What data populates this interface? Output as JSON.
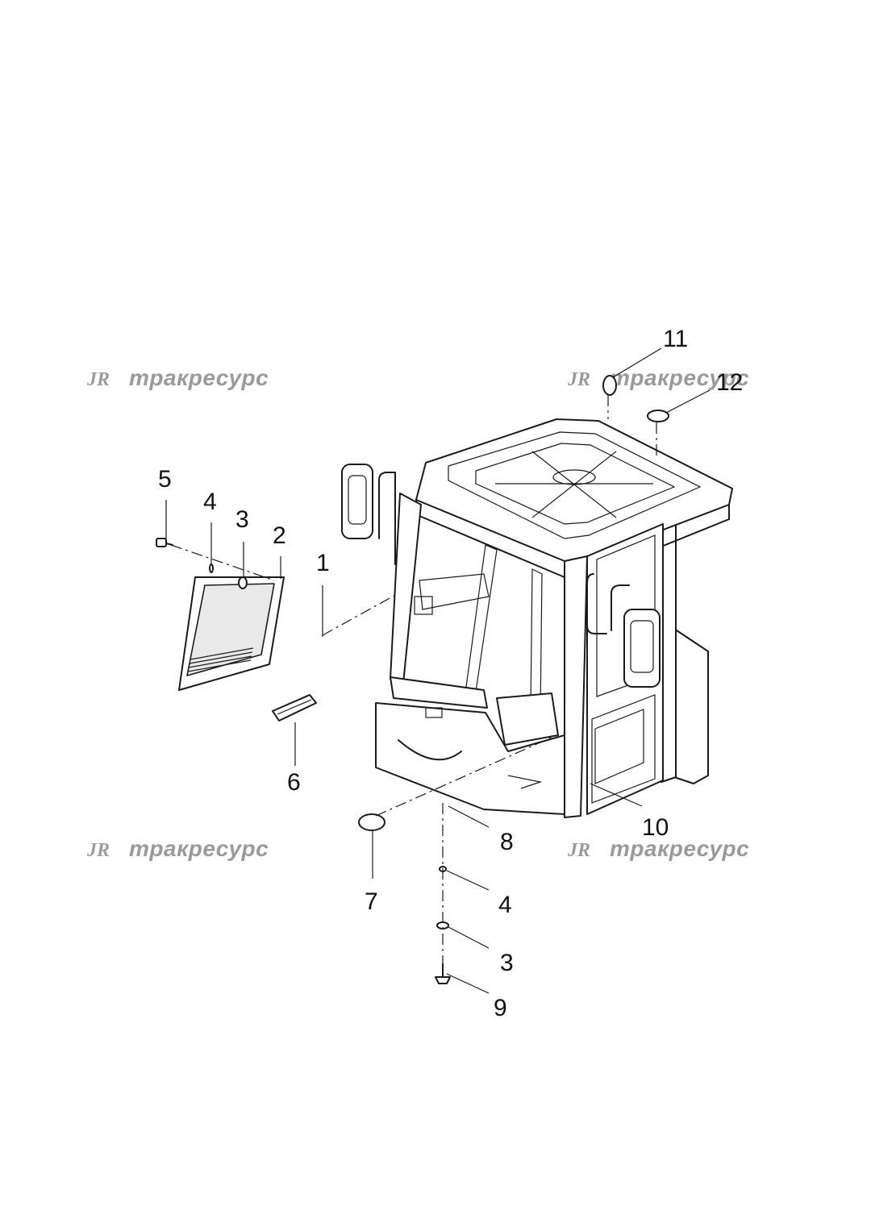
{
  "watermark": {
    "logo": "JR",
    "text": "тракресурс"
  },
  "callouts": {
    "c1": "1",
    "c2": "2",
    "c3a": "3",
    "c3b": "3",
    "c4a": "4",
    "c4b": "4",
    "c5": "5",
    "c6": "6",
    "c7": "7",
    "c8": "8",
    "c9": "9",
    "c10": "10",
    "c11": "11",
    "c12": "12"
  }
}
